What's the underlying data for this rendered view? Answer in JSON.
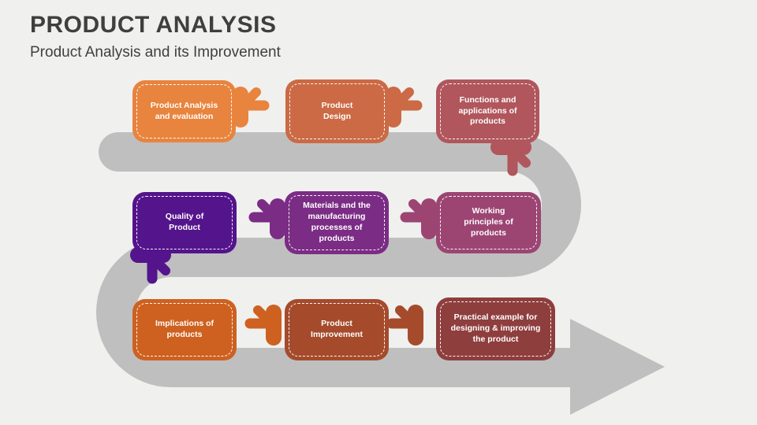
{
  "slide": {
    "title": "PRODUCT ANALYSIS",
    "subtitle": "Product Analysis and its Improvement"
  },
  "colors": {
    "background": "#F0F0EF",
    "flow_path": "#BFBFBF",
    "heading_text": "#3F3F3F",
    "box_text": "#FFFFFF"
  },
  "boxes": [
    {
      "label": "Product Analysis and evaluation",
      "color": "#E8843E",
      "hand": "right"
    },
    {
      "label": "Product Design",
      "color": "#CB6A45",
      "hand": "right"
    },
    {
      "label": "Functions and applications of products",
      "color": "#B0565C",
      "hand": "down"
    },
    {
      "label": "Quality of Product",
      "color": "#54148C",
      "hand": "down"
    },
    {
      "label": "Materials and the manufacturing processes of products",
      "color": "#7B2C85",
      "hand": "left"
    },
    {
      "label": "Working principles of products",
      "color": "#9C4573",
      "hand": "left"
    },
    {
      "label": "Implications of products",
      "color": "#CE611F",
      "hand": "left"
    },
    {
      "label": "Product Improvement",
      "color": "#A54B2B",
      "hand": "left"
    },
    {
      "label": "Practical example for designing & improving the product",
      "color": "#8E3E3D",
      "hand": "none"
    }
  ]
}
